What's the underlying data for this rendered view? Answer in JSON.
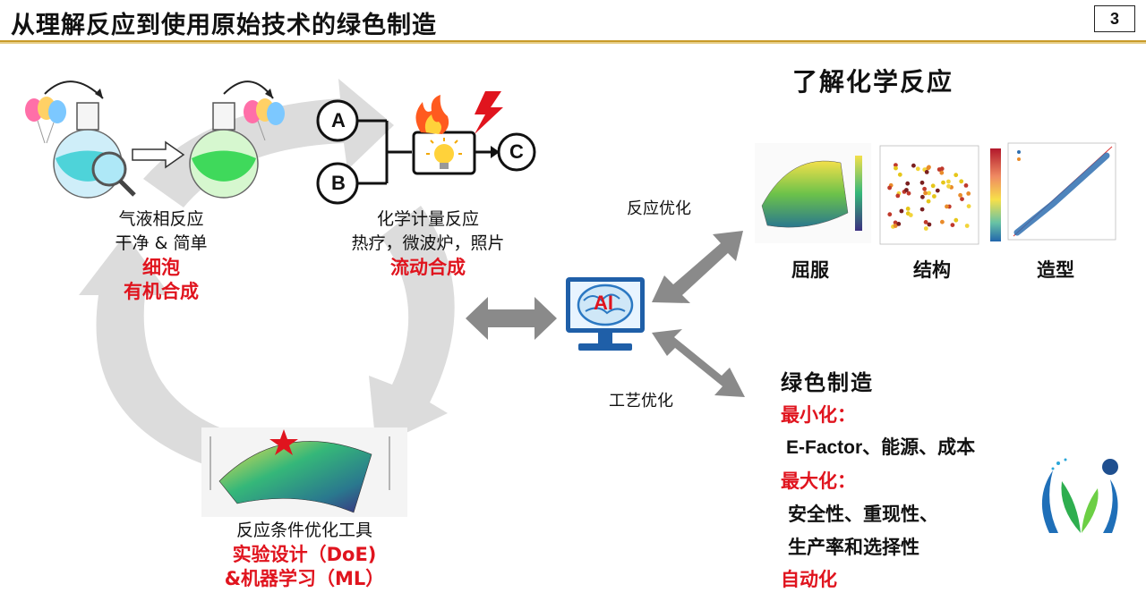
{
  "header": {
    "title": "从理解反应到使用原始技术的绿色制造",
    "page_number": "3"
  },
  "cycle": {
    "gas_liquid": {
      "line1": "气液相反应",
      "line2": "干净 & 简单",
      "red1": "细泡",
      "red2": "有机合成"
    },
    "stoich": {
      "line1": "化学计量反应",
      "line2": "热疗，微波炉，照片",
      "red1": "流动合成",
      "node_a": "A",
      "node_b": "B",
      "node_c": "C"
    },
    "optimization": {
      "line1": "反应条件优化工具",
      "red1": "实验设计（DoE)",
      "red2": "&机器学习（ML）"
    }
  },
  "ai": {
    "label": "AI",
    "reaction_opt": "反应优化",
    "process_opt": "工艺优化"
  },
  "understanding": {
    "title": "了解化学反应",
    "captions": [
      "屈服",
      "结构",
      "造型"
    ]
  },
  "green": {
    "title": "绿色制造",
    "minimize_label": "最小化：",
    "minimize_items": "E-Factor、能源、成本",
    "maximize_label": "最大化：",
    "maximize_items1": "安全性、重现性、",
    "maximize_items2": "生产率和选择性",
    "automation": "自动化"
  },
  "colors": {
    "accent_red": "#e0141e",
    "rule_gold": "#c89b2a",
    "arrow_gray": "#8a8a8a",
    "cycle_gray": "#d9d9d9",
    "ai_blue": "#1f5fa8"
  }
}
